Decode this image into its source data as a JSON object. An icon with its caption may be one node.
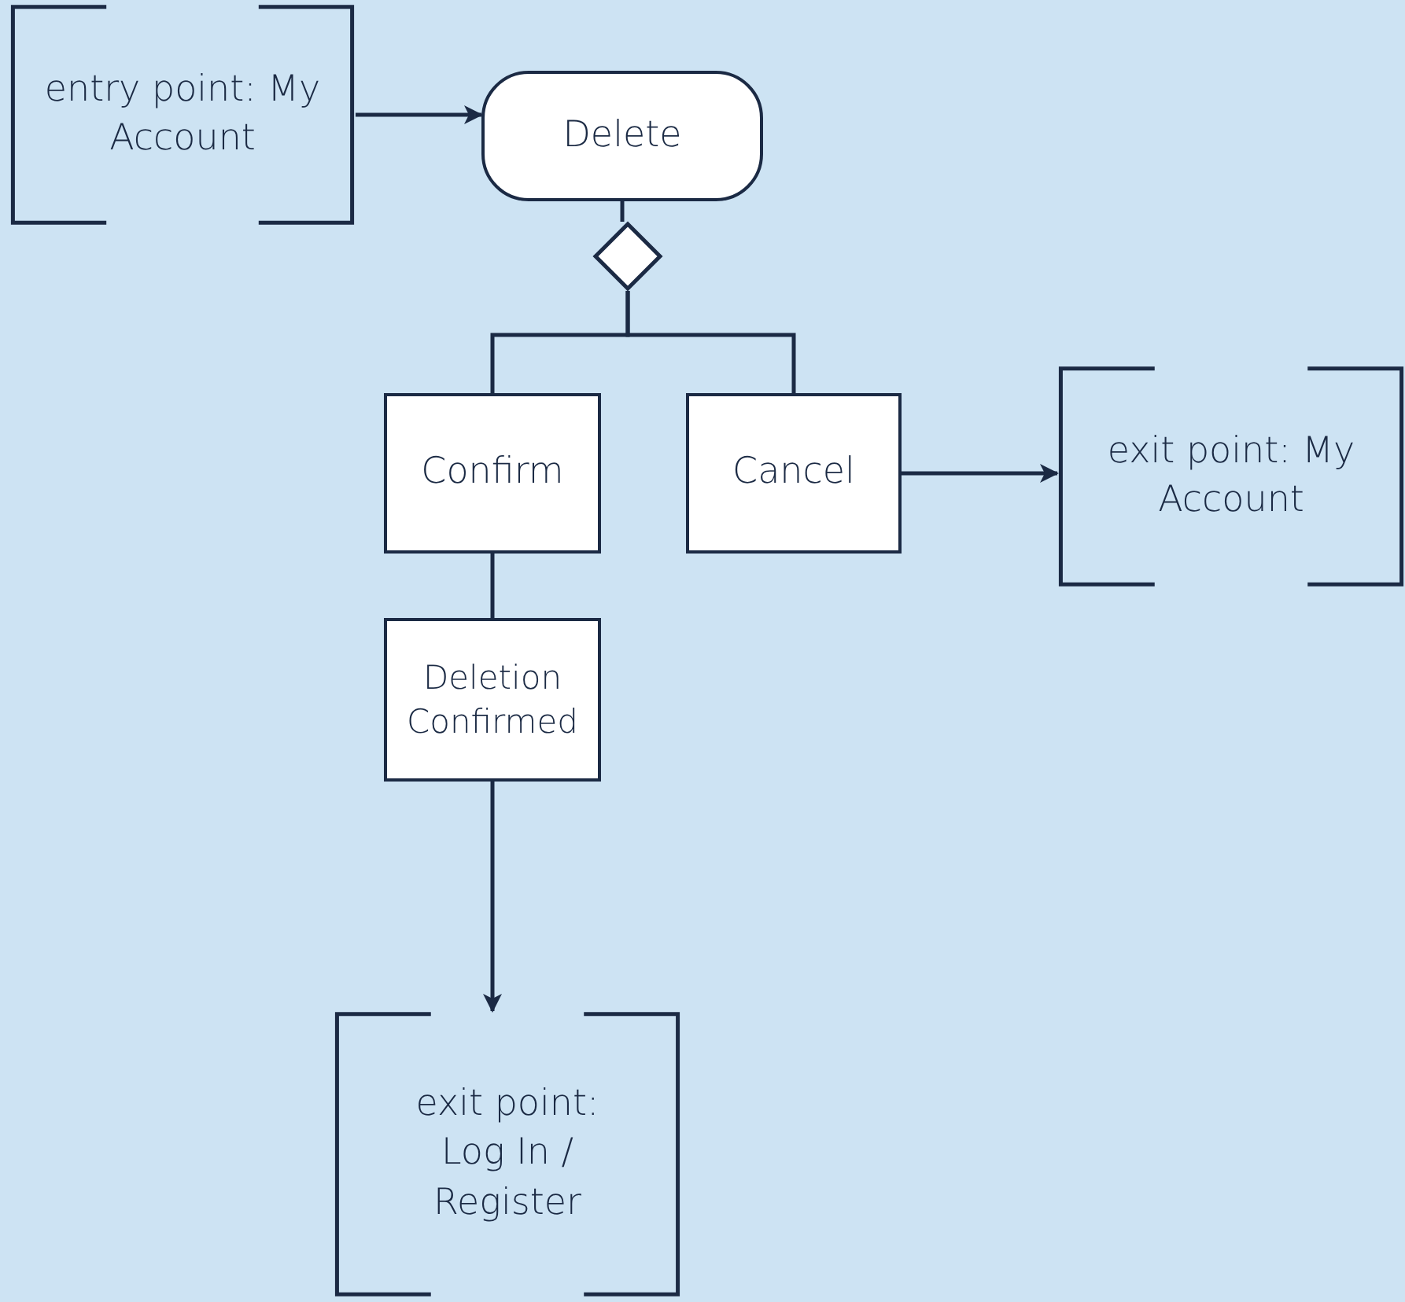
{
  "diagram": {
    "nodes": [
      {
        "text": [
          "entry point: My Account"
        ]
      },
      {
        "text": [
          "Delete"
        ]
      },
      {
        "text": [],
        "shape": "diamond"
      },
      {
        "text": [
          "Confirm"
        ]
      },
      {
        "text": [
          "Cancel"
        ]
      },
      {
        "text": [
          "exit point: My Account"
        ]
      },
      {
        "text": [
          "Deletion Confirmed"
        ]
      },
      {
        "text": [
          "exit point: Log In / Register"
        ]
      }
    ],
    "edges": [
      {
        "from": 0,
        "to": 1,
        "arrow": "to"
      },
      {
        "from": 1,
        "to": 2,
        "arrow": "none"
      },
      {
        "from": 2,
        "to": 3,
        "arrow": "none"
      },
      {
        "from": 2,
        "to": 4,
        "arrow": "none"
      },
      {
        "from": 4,
        "to": 5,
        "arrow": "to"
      },
      {
        "from": 3,
        "to": 6,
        "arrow": "none"
      },
      {
        "from": 6,
        "to": 7,
        "arrow": "to"
      }
    ]
  }
}
